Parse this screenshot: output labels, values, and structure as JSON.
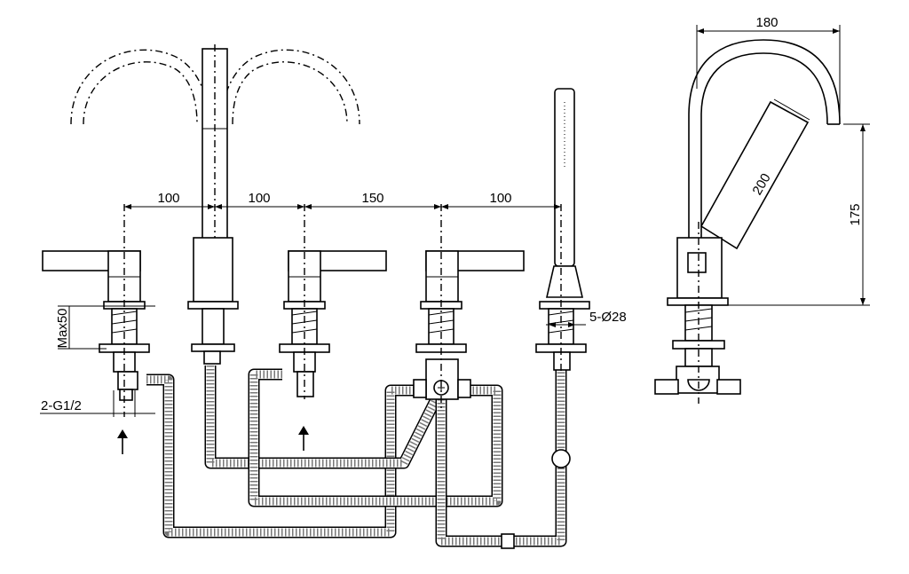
{
  "drawing": {
    "dimensions": {
      "spacing_1": "100",
      "spacing_2": "100",
      "spacing_3": "150",
      "spacing_4": "100",
      "projection": "180",
      "spout_height": "175",
      "hand_shower_length": "200",
      "max_deck": "Max50",
      "hole_diameter": "5-Ø28",
      "inlet": "2-G1/2"
    }
  }
}
